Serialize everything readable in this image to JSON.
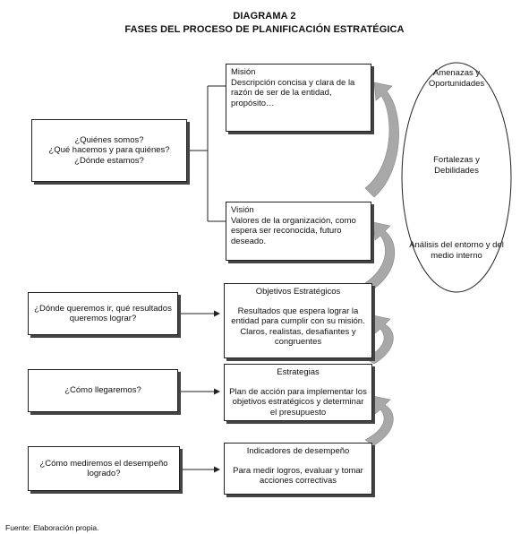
{
  "header": {
    "title": "DIAGRAMA 2",
    "subtitle": "FASES DEL PROCESO DE PLANIFICACIÓN ESTRATÉGICA"
  },
  "left_boxes": [
    {
      "text": "¿Quiénes somos?\n¿Qué hacemos y para quiénes?\n¿Dónde estamos?"
    },
    {
      "text": "¿Dónde queremos ir, qué resultados queremos lograr?"
    },
    {
      "text": "¿Cómo llegaremos?"
    },
    {
      "text": "¿Cómo mediremos el desempeño logrado?"
    }
  ],
  "right_boxes": [
    {
      "heading": "Misión",
      "body": "Descripción concisa y clara de la razón de ser de la entidad, propósito…"
    },
    {
      "heading": "Visión",
      "body": "Valores de la organización, como espera ser reconocida, futuro deseado."
    },
    {
      "heading": "Objetivos Estratégicos",
      "body": "Resultados que espera lograr la entidad para cumplir con su misión. Claros, realistas, desafiantes y congruentes"
    },
    {
      "heading": "Estrategias",
      "body": "Plan de acción para implementar los objetivos estratégicos y determinar el presupuesto"
    },
    {
      "heading": "Indicadores de desempeño",
      "body": "Para medir logros, evaluar y tomar acciones correctivas"
    }
  ],
  "ellipse": {
    "items": [
      {
        "text": "Amenazas y Oportunidades"
      },
      {
        "text": "Fortalezas y Debilidades"
      },
      {
        "text": "Análisis del entorno y del medio interno"
      }
    ]
  },
  "footer": {
    "source": "Fuente: Elaboración propia."
  },
  "colors": {
    "arrow_fill": "#a8a8a8",
    "line": "#222222",
    "shadow": "#444444"
  }
}
